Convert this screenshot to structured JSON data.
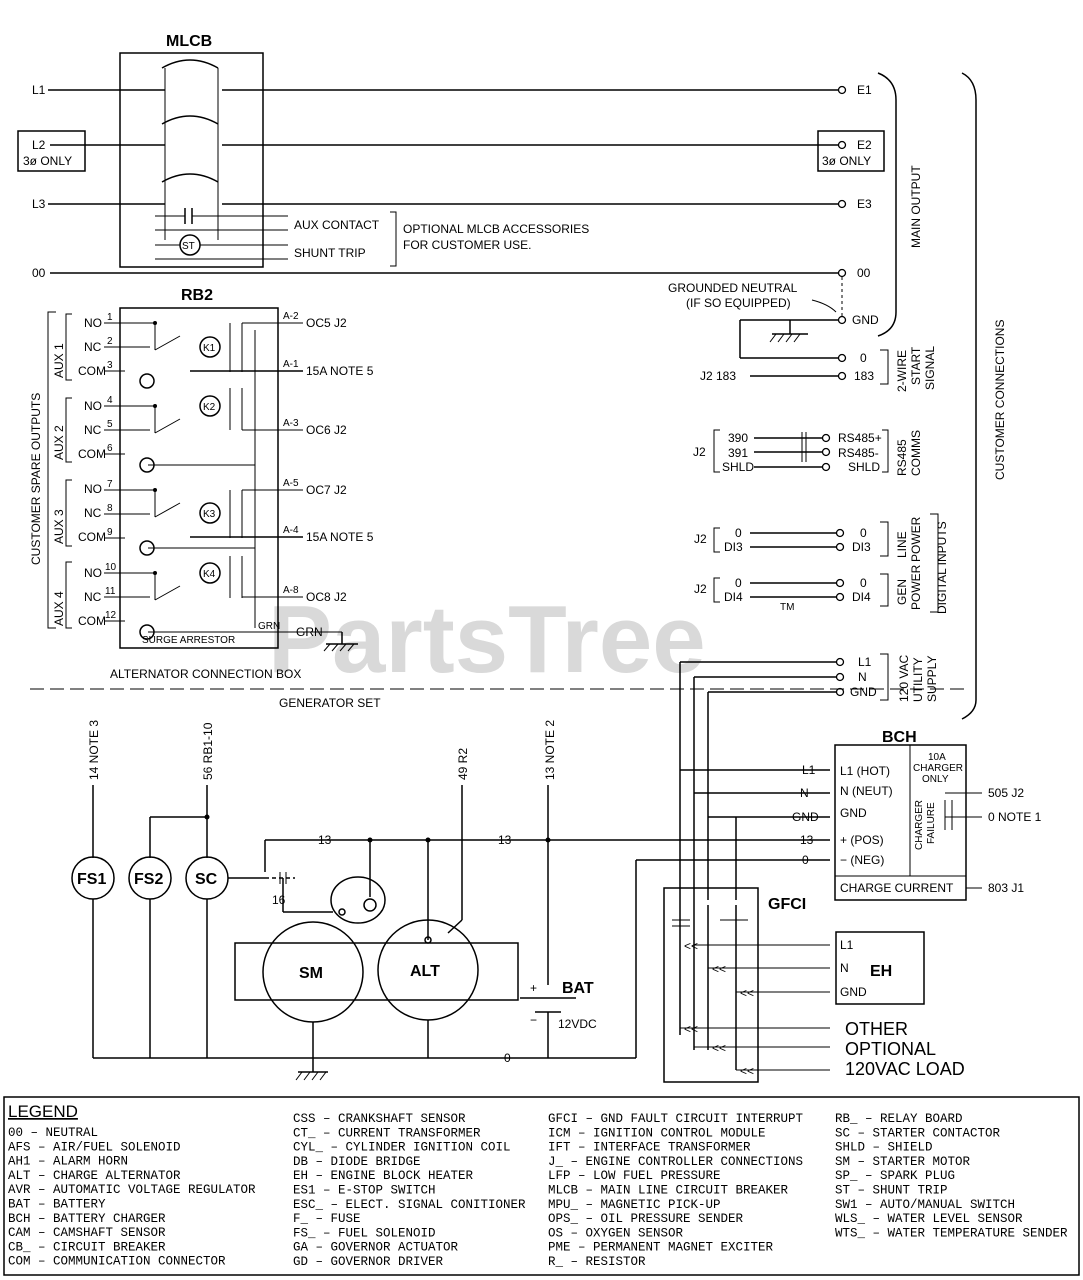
{
  "watermark": "PartsTree",
  "watermark_tm": "TM",
  "mlcb": {
    "title": "MLCB",
    "in": [
      "L1",
      "L2",
      "L3",
      "00"
    ],
    "in_note": "3ø ONLY",
    "out": [
      "E1",
      "E2",
      "E3",
      "00"
    ],
    "aux_contact": "AUX CONTACT",
    "shunt_trip": "SHUNT TRIP",
    "st": "ST",
    "optional_line1": "OPTIONAL MLCB ACCESSORIES",
    "optional_line2": "FOR CUSTOMER USE."
  },
  "main_output": "MAIN OUTPUT",
  "customer_connections": "CUSTOMER CONNECTIONS",
  "grounded_neutral_1": "GROUNDED NEUTRAL",
  "grounded_neutral_2": "(IF SO EQUIPPED)",
  "gnd": "GND",
  "two_wire": [
    "2-WIRE",
    "START",
    "SIGNAL"
  ],
  "j2_183": "J2 183",
  "t0": "0",
  "t183": "183",
  "rs485": {
    "j2": "J2",
    "left": [
      "390",
      "391",
      "SHLD"
    ],
    "right": [
      "RS485+",
      "RS485-",
      "SHLD"
    ],
    "label": [
      "RS485",
      "COMMS"
    ]
  },
  "line_power": {
    "j2": "J2",
    "left": [
      "0",
      "DI3"
    ],
    "right": [
      "0",
      "DI3"
    ],
    "label": [
      "LINE",
      "POWER"
    ]
  },
  "gen_power": {
    "j2": "J2",
    "left": [
      "0",
      "DI4"
    ],
    "right": [
      "0",
      "DI4"
    ],
    "label": [
      "GEN",
      "POWER"
    ]
  },
  "digital_inputs": "DIGITAL INPUTS",
  "utility": {
    "terms": [
      "L1",
      "N",
      "GND"
    ],
    "label": [
      "120 VAC",
      "UTILITY",
      "SUPPLY"
    ]
  },
  "rb2": {
    "title": "RB2",
    "customer_spare_outputs": "CUSTOMER SPARE OUTPUTS",
    "aux": [
      "AUX 1",
      "AUX 2",
      "AUX 3",
      "AUX 4"
    ],
    "contacts": [
      "NO",
      "NC",
      "COM"
    ],
    "pins": [
      "1",
      "2",
      "3",
      "4",
      "5",
      "6",
      "7",
      "8",
      "9",
      "10",
      "11",
      "12"
    ],
    "relays": [
      "K1",
      "K2",
      "K3",
      "K4"
    ],
    "outs": [
      "OC5 J2",
      "15A NOTE 5",
      "OC6 J2",
      "OC7 J2",
      "15A NOTE 5",
      "OC8 J2"
    ],
    "out_pins": [
      "A-2",
      "A-1",
      "A-3",
      "A-5",
      "A-4",
      "A-8"
    ],
    "surge": "SURGE ARRESTOR",
    "grn": "GRN"
  },
  "alt_box": "ALTERNATOR CONNECTION BOX",
  "gen_set": "GENERATOR SET",
  "wires_top": [
    "14 NOTE 3",
    "56 RB1-10",
    "49 R2",
    "13 NOTE 2"
  ],
  "components": {
    "fs1": "FS1",
    "fs2": "FS2",
    "sc": "SC",
    "sm": "SM",
    "alt": "ALT",
    "bat": "BAT",
    "bat_v": "12VDC",
    "plus": "+",
    "minus": "−",
    "w13": "13",
    "w16": "16",
    "w0": "0"
  },
  "bch": {
    "title": "BCH",
    "charger_only": [
      "10A",
      "CHARGER",
      "ONLY"
    ],
    "terms": [
      "L1 (HOT)",
      "N (NEUT)",
      "GND",
      "+ (POS)",
      "− (NEG)"
    ],
    "wires": [
      "L1",
      "N",
      "GND",
      "13",
      "0"
    ],
    "charger_failure": [
      "CHARGER",
      "FAILURE"
    ],
    "charge_current": "CHARGE CURRENT",
    "out1": "505 J2",
    "out2": "0 NOTE 1",
    "out3": "803 J1"
  },
  "gfci": "GFCI",
  "eh": {
    "title": "EH",
    "terms": [
      "L1",
      "N",
      "GND"
    ]
  },
  "other": [
    "OTHER",
    "OPTIONAL",
    "120VAC LOAD"
  ],
  "legend": {
    "title": "LEGEND",
    "col1": [
      "00   – NEUTRAL",
      "AFS  – AIR/FUEL SOLENOID",
      "AH1  – ALARM HORN",
      "ALT  – CHARGE ALTERNATOR",
      "AVR  – AUTOMATIC VOLTAGE REGULATOR",
      "BAT  – BATTERY",
      "BCH  – BATTERY CHARGER",
      "CAM  – CAMSHAFT SENSOR",
      "CB_  – CIRCUIT BREAKER",
      "COM  – COMMUNICATION CONNECTOR"
    ],
    "col2": [
      "CSS  – CRANKSHAFT SENSOR",
      "CT_  – CURRENT TRANSFORMER",
      "CYL_ – CYLINDER IGNITION COIL",
      "DB   – DIODE BRIDGE",
      "EH   – ENGINE BLOCK HEATER",
      "ES1  – E-STOP SWITCH",
      "ESC_ – ELECT. SIGNAL CONITIONER",
      "F_   – FUSE",
      "FS_  – FUEL SOLENOID",
      "GA   – GOVERNOR ACTUATOR",
      "GD   – GOVERNOR DRIVER"
    ],
    "col3": [
      "GFCI – GND FAULT CIRCUIT INTERRUPT",
      "ICM  – IGNITION CONTROL MODULE",
      "IFT  – INTERFACE TRANSFORMER",
      "J_   – ENGINE CONTROLLER CONNECTIONS",
      "LFP  – LOW FUEL PRESSURE",
      "MLCB – MAIN LINE CIRCUIT BREAKER",
      "MPU_ – MAGNETIC PICK-UP",
      "OPS_ – OIL PRESSURE SENDER",
      "OS   – OXYGEN SENSOR",
      "PME  – PERMANENT MAGNET EXCITER",
      "R_   – RESISTOR"
    ],
    "col4": [
      "RB_  – RELAY BOARD",
      "SC   – STARTER CONTACTOR",
      "SHLD – SHIELD",
      "SM   – STARTER MOTOR",
      "SP_  – SPARK PLUG",
      "ST   – SHUNT TRIP",
      "SW1  – AUTO/MANUAL SWITCH",
      "WLS_ – WATER LEVEL SENSOR",
      "WTS_ – WATER TEMPERATURE SENDER"
    ]
  }
}
